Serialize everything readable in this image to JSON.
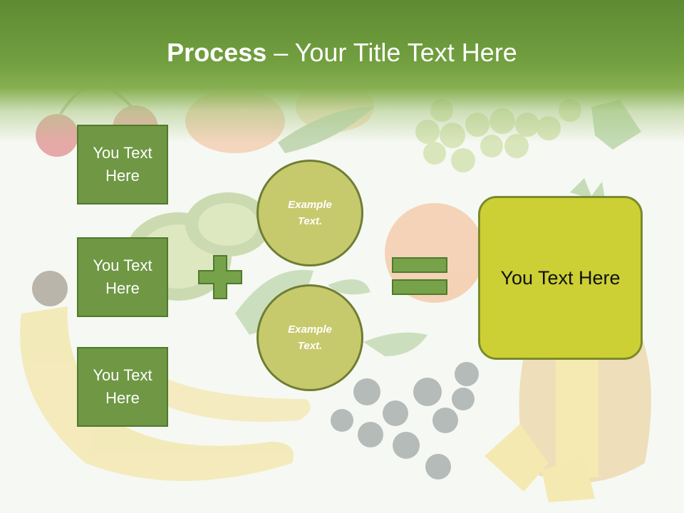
{
  "title": {
    "bold": "Process",
    "rest": " – Your Title Text Here"
  },
  "boxes": [
    {
      "label": "You Text Here"
    },
    {
      "label": "You Text Here"
    },
    {
      "label": "You Text Here"
    }
  ],
  "circles": [
    {
      "label": "Example Text."
    },
    {
      "label": "Example Text."
    }
  ],
  "result": {
    "label": "You Text Here"
  },
  "icons": {
    "plus": "plus-icon",
    "equals": "equals-icon"
  },
  "colors": {
    "header": "#6b9a3c",
    "box_fill": "#6f9744",
    "circle_fill": "#c7c96d",
    "result_fill": "#ccd035"
  }
}
